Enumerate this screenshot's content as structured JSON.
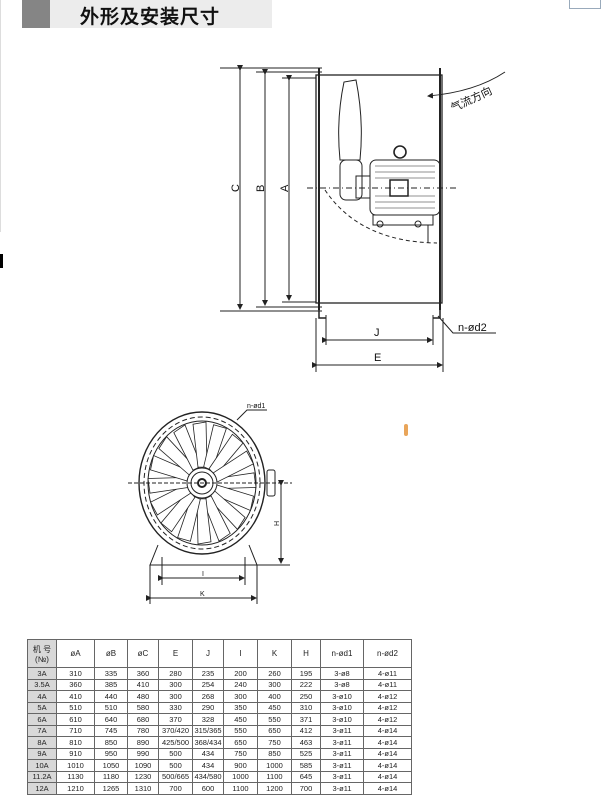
{
  "title": "外形及安装尺寸",
  "side_view": {
    "labels": {
      "c": "C",
      "b": "B",
      "a": "A",
      "j": "J",
      "e": "E",
      "hole": "n-ød2",
      "airflow": "气流方向"
    }
  },
  "front_view": {
    "labels": {
      "hole": "n-ød1",
      "h": "H",
      "i": "I",
      "k": "K"
    },
    "blade_count": 16
  },
  "table": {
    "headers": [
      "机 号\n(№)",
      "øA",
      "øB",
      "øC",
      "E",
      "J",
      "I",
      "K",
      "H",
      "n-ød1",
      "n-ød2"
    ],
    "rows": [
      [
        "3A",
        "310",
        "335",
        "360",
        "280",
        "235",
        "200",
        "260",
        "195",
        "3-ø8",
        "4-ø11"
      ],
      [
        "3.5A",
        "360",
        "385",
        "410",
        "300",
        "254",
        "240",
        "300",
        "222",
        "3-ø8",
        "4-ø11"
      ],
      [
        "4A",
        "410",
        "440",
        "480",
        "300",
        "268",
        "300",
        "400",
        "250",
        "3-ø10",
        "4-ø12"
      ],
      [
        "5A",
        "510",
        "510",
        "580",
        "330",
        "290",
        "350",
        "450",
        "310",
        "3-ø10",
        "4-ø12"
      ],
      [
        "6A",
        "610",
        "640",
        "680",
        "370",
        "328",
        "450",
        "550",
        "371",
        "3-ø10",
        "4-ø12"
      ],
      [
        "7A",
        "710",
        "745",
        "780",
        "370/420",
        "315/365",
        "550",
        "650",
        "412",
        "3-ø11",
        "4-ø14"
      ],
      [
        "8A",
        "810",
        "850",
        "890",
        "425/500",
        "368/434",
        "650",
        "750",
        "463",
        "3-ø11",
        "4-ø14"
      ],
      [
        "9A",
        "910",
        "950",
        "990",
        "500",
        "434",
        "750",
        "850",
        "525",
        "3-ø11",
        "4-ø14"
      ],
      [
        "10A",
        "1010",
        "1050",
        "1090",
        "500",
        "434",
        "900",
        "1000",
        "585",
        "3-ø11",
        "4-ø14"
      ],
      [
        "11.2A",
        "1130",
        "1180",
        "1230",
        "500/665",
        "434/580",
        "1000",
        "1100",
        "645",
        "3-ø11",
        "4-ø14"
      ],
      [
        "12A",
        "1210",
        "1265",
        "1310",
        "700",
        "600",
        "1100",
        "1200",
        "700",
        "3-ø11",
        "4-ø14"
      ]
    ]
  }
}
